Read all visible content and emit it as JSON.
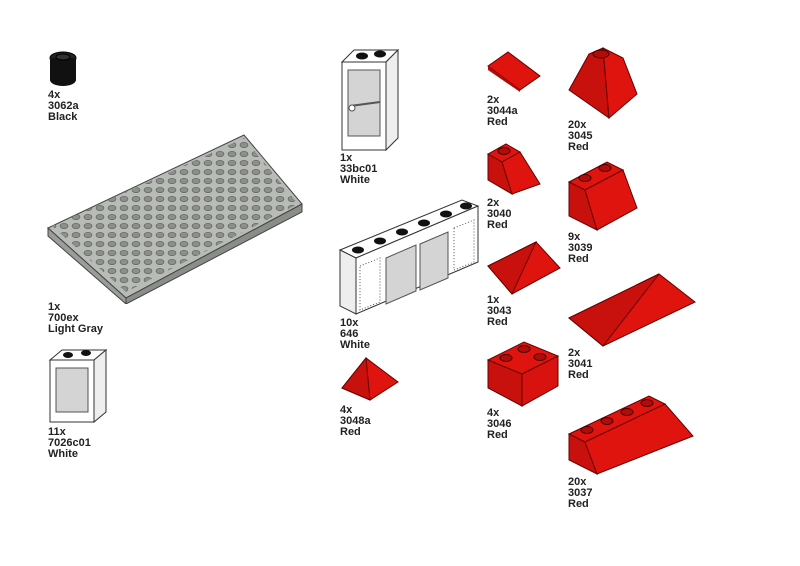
{
  "colors": {
    "red": "#e0140f",
    "red_dark": "#b00d0a",
    "white": "#ffffff",
    "gray": "#a8aca7",
    "black": "#111111",
    "glass": "#d4d4d4"
  },
  "parts": [
    {
      "qty": "4x",
      "id": "3062a",
      "color": "Black",
      "icon": "round-brick-1x1-icon"
    },
    {
      "qty": "1x",
      "id": "700ex",
      "color": "Light Gray",
      "icon": "baseplate-icon"
    },
    {
      "qty": "11x",
      "id": "7026c01",
      "color": "White",
      "icon": "window-icon"
    },
    {
      "qty": "1x",
      "id": "33bc01",
      "color": "White",
      "icon": "door-icon"
    },
    {
      "qty": "10x",
      "id": "646",
      "color": "White",
      "icon": "window-shutters-icon"
    },
    {
      "qty": "4x",
      "id": "3048a",
      "color": "Red",
      "icon": "slope-pyramid-icon"
    },
    {
      "qty": "2x",
      "id": "3044a",
      "color": "Red",
      "icon": "slope-double-small-icon"
    },
    {
      "qty": "2x",
      "id": "3040",
      "color": "Red",
      "icon": "slope-1x2-icon"
    },
    {
      "qty": "1x",
      "id": "3043",
      "color": "Red",
      "icon": "slope-double-2x2-icon"
    },
    {
      "qty": "4x",
      "id": "3046",
      "color": "Red",
      "icon": "slope-corner-icon"
    },
    {
      "qty": "20x",
      "id": "3045",
      "color": "Red",
      "icon": "slope-corner-outer-icon"
    },
    {
      "qty": "9x",
      "id": "3039",
      "color": "Red",
      "icon": "slope-2x2-icon"
    },
    {
      "qty": "2x",
      "id": "3041",
      "color": "Red",
      "icon": "slope-double-long-icon"
    },
    {
      "qty": "20x",
      "id": "3037",
      "color": "Red",
      "icon": "slope-2x4-icon"
    }
  ]
}
